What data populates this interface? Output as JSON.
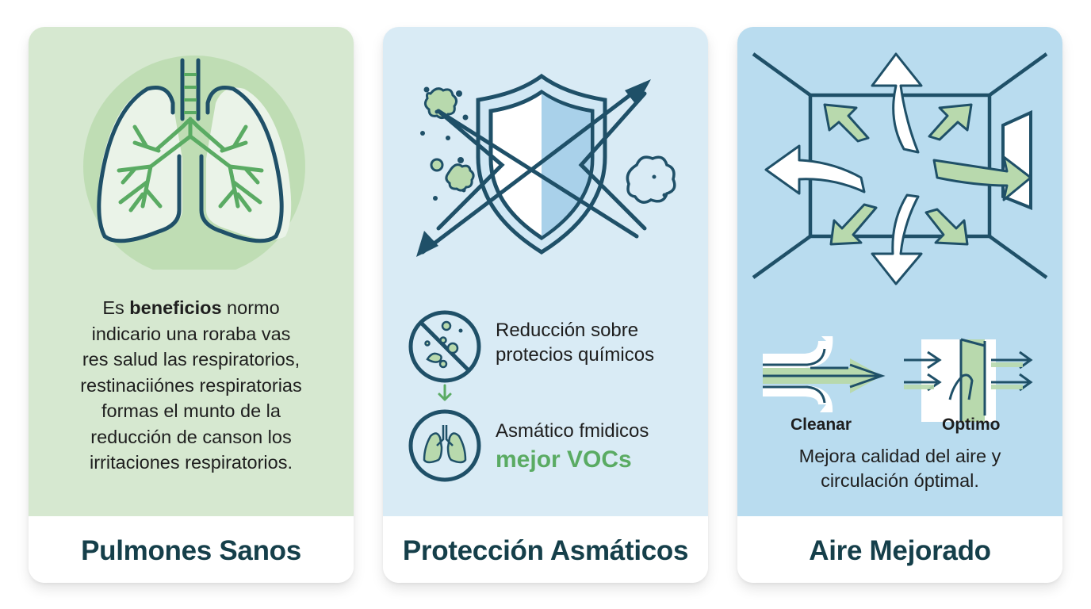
{
  "colors": {
    "card1_bg": "#d6e8d0",
    "card2_bg": "#d9ebf5",
    "card3_bg": "#b9dcef",
    "outline": "#1f5068",
    "green": "#5aab63",
    "light_green": "#b8d9ad",
    "title": "#153f4a"
  },
  "cards": [
    {
      "title": "Pulmones Sanos",
      "icon": "lungs-icon",
      "paragraph": {
        "line1_pre": "Es ",
        "line1_bold": "beneficios",
        "line1_post": " normo",
        "line2": "indicario una roraba vas",
        "line3": "res salud las respiratorios,",
        "line4": "restinaciiónes respiratorias",
        "line5": "formas el munto de la",
        "line6": "reducción de canson los",
        "line7": "irritaciones respiratorios."
      }
    },
    {
      "title": "Protección Asmáticos",
      "icon": "shield-icon",
      "features": [
        {
          "icon": "no-particles-icon",
          "line1": "Reducción sobre",
          "line2": "protecios químicos"
        },
        {
          "icon": "lungs-circle-icon",
          "line1": "Asmático fmidicos",
          "highlight": "mejor VOCs"
        }
      ],
      "connector_icon": "arrow-down-icon"
    },
    {
      "title": "Aire Mejorado",
      "icon": "room-airflow-icon",
      "flow_labels": [
        "Cleanar",
        "Optimo"
      ],
      "paragraph": {
        "line1": "Mejora calidad del aire y",
        "line2": "circulación óptimal."
      }
    }
  ]
}
